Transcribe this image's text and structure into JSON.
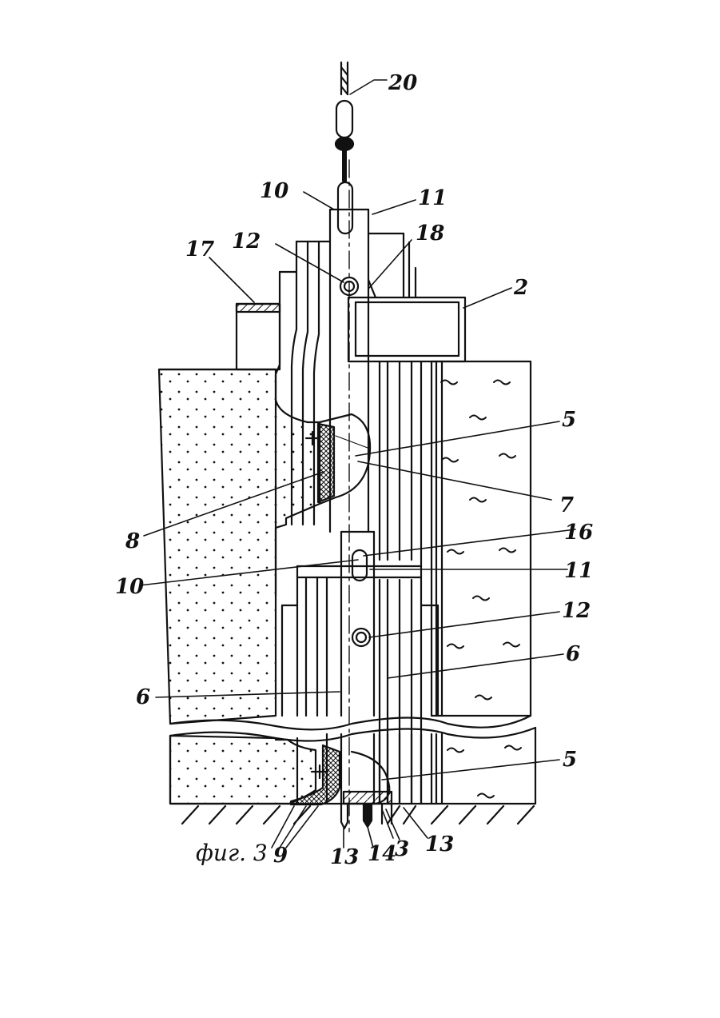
{
  "caption": "фиг. 3",
  "labels": {
    "l20": "20",
    "l10_top": "10",
    "l11_top": "11",
    "l12_top": "12",
    "l18": "18",
    "l17": "17",
    "l2": "2",
    "l5_top": "5",
    "l7": "7",
    "l8": "8",
    "l16": "16",
    "l10_mid": "10",
    "l11_mid": "11",
    "l12_mid": "12",
    "l6_right": "6",
    "l6_left": "6",
    "l5_bottom": "5",
    "l9": "9",
    "l13_left": "13",
    "l14": "14",
    "l3": "3",
    "l13_right": "13"
  },
  "colors": {
    "ink": "#111111",
    "paper": "#ffffff"
  }
}
